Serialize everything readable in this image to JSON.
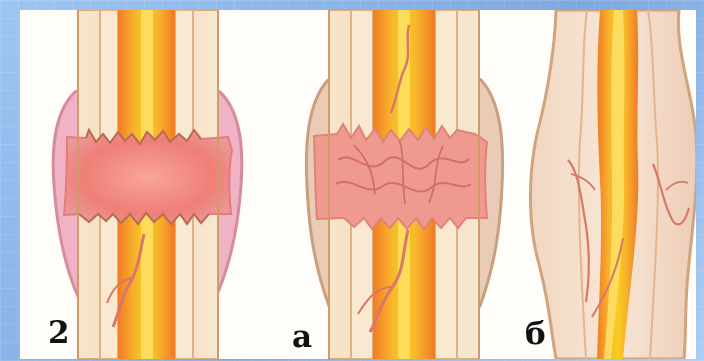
{
  "panels": [
    {
      "label": "2"
    },
    {
      "label": "а"
    },
    {
      "label": "б"
    }
  ],
  "colors": {
    "background": "#8fb8ea",
    "bone_cortex": "#f5dfbe",
    "bone_edge": "#d39a66",
    "marrow_center": "#f8c71a",
    "marrow_edge": "#f18a1f",
    "callus": "#f28f86",
    "periosteum": "#e8a6c0",
    "bony_callus": "#f4dcc2"
  },
  "icons": {
    "stage_2": "fresh-fracture-icon",
    "stage_a": "healing-callus-icon",
    "stage_b": "remodeled-bone-icon"
  }
}
